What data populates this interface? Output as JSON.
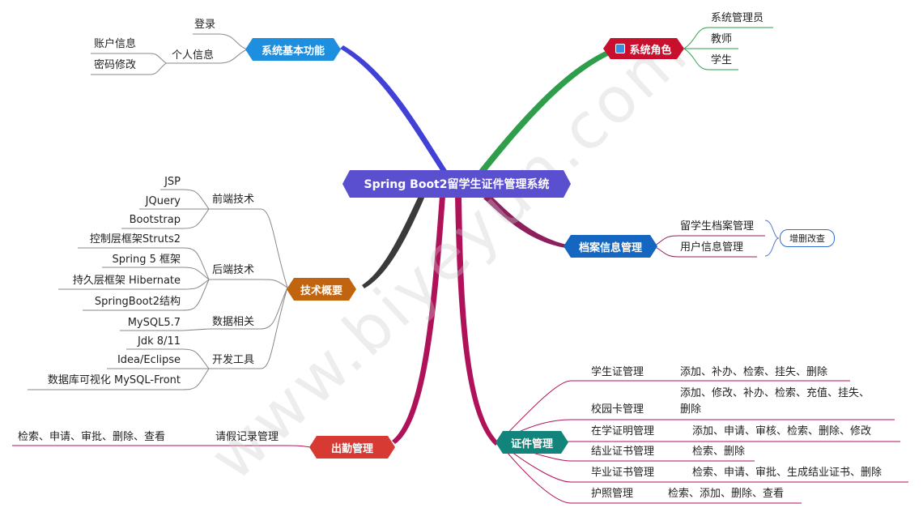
{
  "title": "Spring Boot2留学生证件管理系统",
  "colors": {
    "center": "#5a4fcf",
    "basic": "#1e8fde",
    "roles": "#c8102e",
    "archive": "#1466c0",
    "tech": "#c0640f",
    "attendance": "#d63a32",
    "cert": "#13847c"
  },
  "basic": {
    "label": "系统基本功能",
    "login": "登录",
    "personal": "个人信息",
    "account": "账户信息",
    "password": "密码修改"
  },
  "roles": {
    "label": "系统角色",
    "icon": "user-icon",
    "items": [
      "系统管理员",
      "教师",
      "学生"
    ]
  },
  "archive": {
    "label": "档案信息管理",
    "items": [
      "留学生档案管理",
      "用户信息管理"
    ],
    "crud": "增删改查"
  },
  "tech": {
    "label": "技术概要",
    "frontend": {
      "label": "前端技术",
      "items": [
        "JSP",
        "JQuery",
        "Bootstrap"
      ]
    },
    "backend": {
      "label": "后端技术",
      "items": [
        "控制层框架Struts2",
        "Spring 5 框架",
        "持久层框架 Hibernate",
        "SpringBoot2结构"
      ]
    },
    "data": {
      "label": "数据相关",
      "items": [
        "MySQL5.7"
      ]
    },
    "dev": {
      "label": "开发工具",
      "items": [
        "Jdk 8/11",
        "Idea/Eclipse",
        "数据库可视化 MySQL-Front"
      ]
    }
  },
  "attendance": {
    "label": "出勤管理",
    "leave": "请假记录管理",
    "ops": "检索、申请、审批、删除、查看"
  },
  "cert": {
    "label": "证件管理",
    "items": [
      {
        "name": "学生证管理",
        "ops": "添加、补办、检索、挂失、删除"
      },
      {
        "name": "校园卡管理",
        "ops1": "添加、修改、补办、检索、充值、挂失、",
        "ops2": "删除"
      },
      {
        "name": "在学证明管理",
        "ops": "添加、申请、审核、检索、删除、修改"
      },
      {
        "name": "结业证书管理",
        "ops": "检索、删除"
      },
      {
        "name": "毕业证书管理",
        "ops": "检索、申请、审批、生成结业证书、删除"
      },
      {
        "name": "护照管理",
        "ops": "检索、添加、删除、查看"
      }
    ]
  },
  "watermark": "www.biyeyun.com"
}
